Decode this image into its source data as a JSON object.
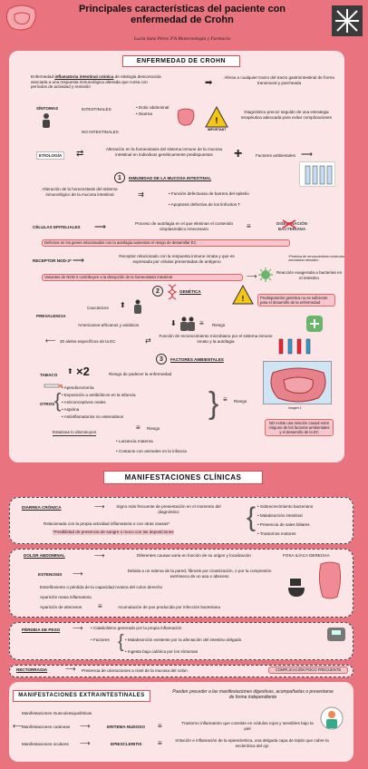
{
  "title": "Principales características del paciente con enfermedad de Crohn",
  "author": "Lucía Sanz Pérez 3ºA Biotecnología y Farmacia",
  "sec1": {
    "header": "ENFERMEDAD DE CROHN",
    "def_a": "Enfermedad",
    "def_b": "inflamatoria intestinal crónica",
    "def_c": "de etiología desconocida asociada a una respuesta inmunológica alterada que cursa con períodos de actividad y remisión",
    "affects": "Afecta a cualquier tramo del tracto gastrointestinal de forma transmural y parcheada",
    "sintomas": "SÍNTOMAS",
    "intestinales": "INTESTINALES",
    "dolor": "• Dolor abdominal",
    "diarrea": "• Diarrea",
    "no_intestinales": "NO INTESTINALES",
    "diag": "Diagnóstico precoz seguido de una estrategia terapéutica adecuada para evitar complicaciones",
    "important1": "IMPORTANT",
    "etiologia": "ETIOLOGÍA",
    "etio_text": "Alteración en la homeostasis del sistema inmune de la mucosa intestinal en individuos genéticamente predispuestos",
    "plus": "+",
    "factores_amb": "Factores ambientales",
    "n1": "1",
    "inmunidad": "INMUNIDAD DE LA MUCOSA INTESTINAL",
    "alteracion": "Alteración de la homeostasis del sistema inmunológico de la mucosa intestinal",
    "funcion_def": "• Función defectuosa de barrera del epitelio",
    "apoptosis": "• Apoptosis defectiva de los linfocitos T",
    "celulas": "CÉLULAS EPITELIALES",
    "autofagia": "Proceso de autofagia en el que eliminan el contenido citoplasmático innecesario",
    "disemin": "DISEMINACIÓN BACTERIANA",
    "defectos": "Defectos en los genes relacionados con la autofagia aumentan el riesgo de desarrollar EC",
    "nod2": "RECEPTOR NOD-2*",
    "receptor": "Receptor relacionado con la respuesta inmune innata y que es expresada por células presentadas de antígeno",
    "proteina": "*Proteína de reconocimiento molecular microbiano citosólico",
    "variantes": "Variantes de NOD-2 contribuyen a la disrupción de la homeostasis intestinal",
    "reaccion": "Reacción exagerada a bacterias en el intestino",
    "n2": "2",
    "genetica": "GENÉTICA",
    "predisp": "Predisposición genética no es suficiente para el desarrollo de la enfermedad",
    "caucasicos": "Caucásicos",
    "prevalencia": "PREVALENCIA",
    "americanos": "Americanos-africanos y asiáticos",
    "riesgo": "Riesgo",
    "alelos": "30 alelos específicos de la EC",
    "funcion_rec": "Función de reconocimiento microbiano por el sistema inmune innato y la autofagia",
    "n3": "3",
    "factores": "FACTORES AMBIENTALES",
    "tabaco": "TABACO",
    "x2": "×2",
    "riesgo_padecer": "Riesgo de padecer la enfermedad",
    "otros": "OTROS",
    "otros_list": [
      "• Apendicectomía",
      "• Exposición a antibióticos en la infancia",
      "• Anticonceptivos orales",
      "• Aspirina",
      "• Antiinflamatorios no esteroideos"
    ],
    "riesgo2": "Riesgo",
    "estatinas": "Estatinas lo disminuyen",
    "riesgo3": "Riesgo",
    "lactancia": "• Lactancia materna",
    "contacto": "• Contacto con animales en la infancia",
    "imagen": "Imagen 1",
    "no_existe": "NO existe una relación causal entre ninguno de los factores ambientales y el desarrollo de la EC"
  },
  "sec2": {
    "header": "MANIFESTACIONES CLÍNICAS",
    "diarrea_cronica": "DIARREA CRÓNICA",
    "signo": "Signo más frecuente de presentación en el momento del diagnóstico",
    "relacionada": "Relacionada con la propia actividad inflamatoria o con otras causas*",
    "posibilidad": "*Posibilidad de presencia de sangre o moco con las deposiciones",
    "causas": [
      "• Sobrecrecimiento bacteriano",
      "• Malabsorción intestinal",
      "• Presencia de sales biliares",
      "• Trastornos motores"
    ],
    "dolor_abd": "DOLOR ABDOMINAL",
    "diferentes": "Diferentes causas varía en función de su origen y localización",
    "fosa": "FOSA ILÍACA DERECHA",
    "estenosis": "ESTENOSIS",
    "debida": "Debida a un edema de la pared, fibrosis por cicatrización, o por la compresión extrínseca de un asa o absceso",
    "estrenimiento": "Estreñimiento o pérdida de la capacidad motora del colon derecho",
    "masa": "Aparición masa inflamatoria",
    "abscesos": "Aparición de abscesos",
    "acumulacion": "Acumulación de pus producida por infección bacteriana",
    "perdida": "PÉRDIDA DE PESO",
    "catabolismo": "• Catabolismo generado por la propia inflamación",
    "factores": "• Factores",
    "malabsorcion": "• Malabsorción existente por la afectación del intestino delgado",
    "ingesta": "• Ingesta baja calórica por los síntomas",
    "rectorragia": "RECTORRAGIA",
    "presencia": "Presencia de ulceraciones a nivel de la mucosa del colon",
    "complicacion": "COMPLICACIÓN POCO FRECUENTE"
  },
  "sec3": {
    "header": "MANIFESTACIONES EXTRAINTESTINALES",
    "pueden": "Pueden preceder a las manifestaciones digestivas, acompañarlas o presentarse de forma independiente",
    "musculo": "Manifestaciones musculoesqueléticas",
    "cutaneas": "Manifestaciones cutáneas",
    "eritema": "ERITEMA NUDOSO",
    "trastorno": "Trastorno inflamatorio que consiste en nódulos rojos y sensibles bajo la piel",
    "oculares": "Manifestaciones oculares",
    "epiescleritis": "EPIESCLERITIS",
    "irritacion": "Irritación e inflamación de la epiescleritica, una delgada capa de tejido que cubre la esclerótica del ojo"
  },
  "colors": {
    "background": "#e9737f",
    "card": "#fbe5e7",
    "accent": "#e34a57",
    "dark": "#3b3b3b"
  }
}
